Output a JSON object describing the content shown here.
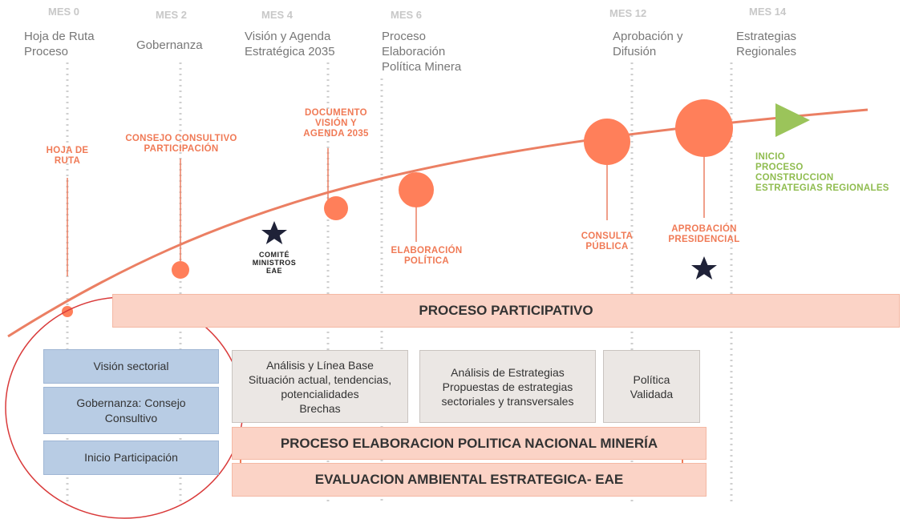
{
  "months": [
    "MES 0",
    "MES 2",
    "MES 4",
    "MES 6",
    "MES 12",
    "MES 14"
  ],
  "phases": [
    "Hoja de Ruta\nProceso",
    "Gobernanza",
    "Visión y  Agenda\nEstratégica 2035",
    "Proceso\nElaboración\nPolítica Minera",
    "Aprobación y\nDifusión",
    "Estrategias\nRegionales"
  ],
  "milestones": {
    "hoja_ruta": "HOJA DE\nRUTA",
    "consejo": "CONSEJO CONSULTIVO\nPARTICIPACIÓN",
    "documento": "DOCUMENTO\nVISIÓN Y\nAGENDA 2035",
    "elaboracion": "ELABORACIÓN\nPOLÍTICA",
    "consulta": "CONSULTA\nPÚBLICA",
    "aprobacion": "APROBACIÓN\nPRESIDENCIAL",
    "comite": "COMITÉ\nMINISTROS\nEAE",
    "inicio": "INICIO\nPROCESO\nCONSTRUCCION\nESTRATEGIAS REGIONALES"
  },
  "proceso_participativo": "PROCESO PARTICIPATIVO",
  "blue_boxes": [
    "Visión sectorial",
    "Gobernanza: Consejo\nConsultivo",
    "Inicio Participación"
  ],
  "gray_boxes": [
    "Análisis y Línea Base\nSituación actual, tendencias,\npotencialidades\nBrechas",
    "Análisis de Estrategias\nPropuestas de estrategias\nsectoriales y transversales",
    "Política\nValidada"
  ],
  "bars": {
    "politica": "PROCESO ELABORACION POLITICA NACIONAL MINERÍA",
    "eae": "EVALUACION AMBIENTAL ESTRATEGICA- EAE"
  },
  "colors": {
    "accent": "#f07a56",
    "circle": "#ff7f5a",
    "flag": "#9bc45a",
    "star": "#1f2238",
    "blue_box": "#b8cce4",
    "pink_bar": "#fbd3c6",
    "gray_box": "#ebe7e4"
  }
}
